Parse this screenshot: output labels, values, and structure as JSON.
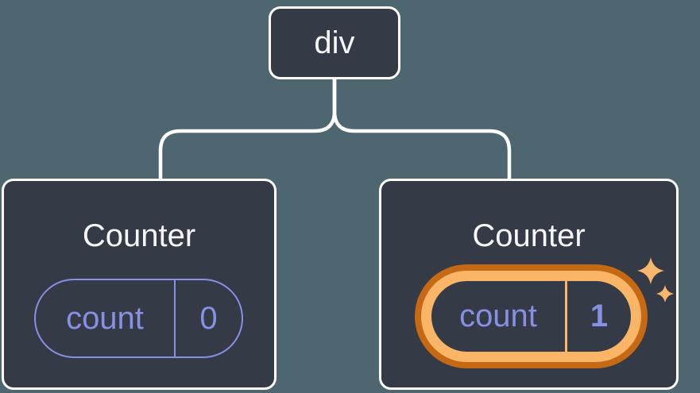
{
  "theme": {
    "bg": "#4D666F",
    "node-fill": "#343A46",
    "node-border": "#FFFFFF",
    "text": "#F6F7F9",
    "purple": "#8890E4",
    "orange-light": "#FAB567",
    "orange-dark": "#C66915",
    "sparkle": "#F8B86C"
  },
  "tree": {
    "root": {
      "label": "div"
    },
    "children": [
      {
        "title": "Counter",
        "state": {
          "key": "count",
          "value": "0"
        },
        "highlighted": false
      },
      {
        "title": "Counter",
        "state": {
          "key": "count",
          "value": "1"
        },
        "highlighted": true
      }
    ]
  }
}
